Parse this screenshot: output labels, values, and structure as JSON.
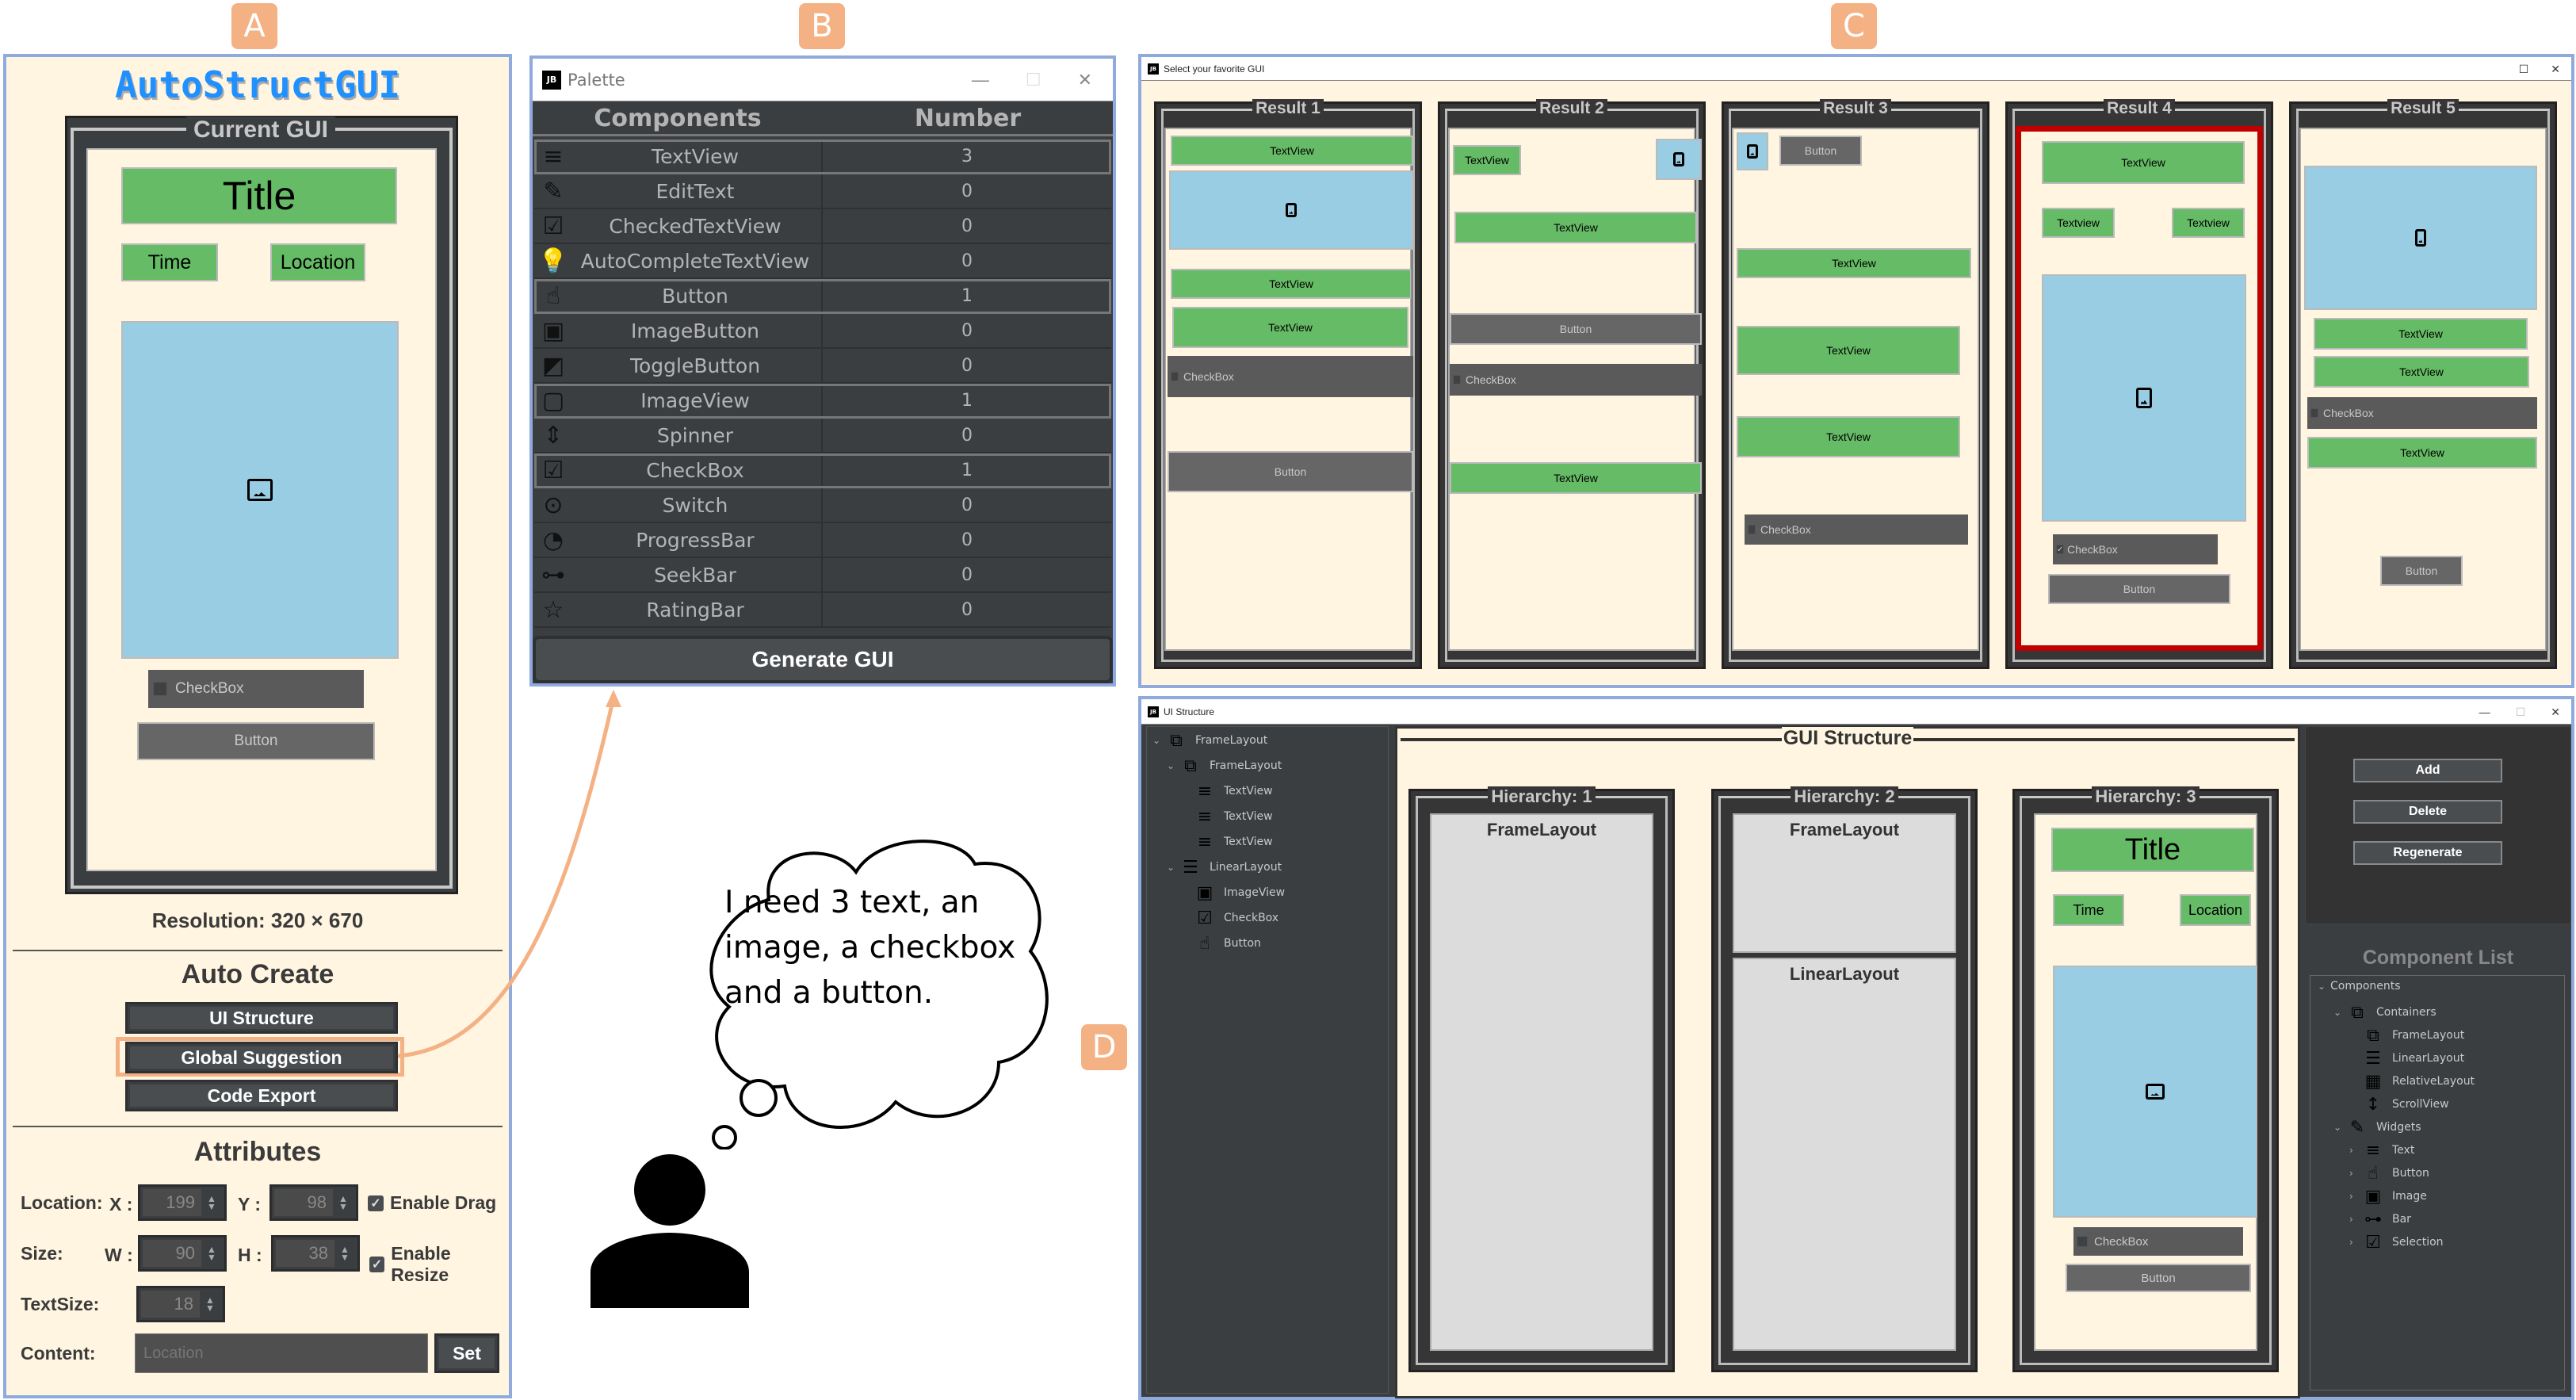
{
  "tags": {
    "a": "A",
    "b": "B",
    "c": "C",
    "d": "D"
  },
  "panel_a": {
    "app_title": "AutoStructGUI",
    "current_gui_label": "Current GUI",
    "widgets": {
      "title": "Title",
      "time": "Time",
      "location": "Location",
      "checkbox": "CheckBox",
      "button": "Button"
    },
    "resolution": "Resolution: 320 × 670",
    "auto_create": {
      "title": "Auto Create",
      "buttons": [
        "UI Structure",
        "Global Suggestion",
        "Code Export"
      ],
      "highlighted": "Global Suggestion"
    },
    "attributes": {
      "title": "Attributes",
      "location_label": "Location:",
      "x_label": "X :",
      "x_value": "199",
      "y_label": "Y :",
      "y_value": "98",
      "enable_drag": "Enable Drag",
      "size_label": "Size:",
      "w_label": "W :",
      "w_value": "90",
      "h_label": "H :",
      "h_value": "38",
      "enable_resize": "Enable Resize",
      "textsize_label": "TextSize:",
      "textsize_value": "18",
      "content_label": "Content:",
      "content_placeholder": "Location",
      "set_button": "Set"
    }
  },
  "palette": {
    "window_title": "Palette",
    "app_icon": "JB",
    "headers": [
      "Components",
      "Number"
    ],
    "rows": [
      {
        "icon": "textview-icon",
        "glyph": "≡",
        "name": "TextView",
        "number": "3",
        "selected": true
      },
      {
        "icon": "edittext-icon",
        "glyph": "✎",
        "name": "EditText",
        "number": "0",
        "selected": false
      },
      {
        "icon": "checkedtextview-icon",
        "glyph": "☑",
        "name": "CheckedTextView",
        "number": "0",
        "selected": false
      },
      {
        "icon": "autocomplete-icon",
        "glyph": "💡",
        "name": "AutoCompleteTextView",
        "number": "0",
        "selected": false
      },
      {
        "icon": "button-icon",
        "glyph": "☝",
        "name": "Button",
        "number": "1",
        "selected": true
      },
      {
        "icon": "imagebutton-icon",
        "glyph": "▣",
        "name": "ImageButton",
        "number": "0",
        "selected": false
      },
      {
        "icon": "togglebutton-icon",
        "glyph": "◩",
        "name": "ToggleButton",
        "number": "0",
        "selected": false
      },
      {
        "icon": "imageview-icon",
        "glyph": "▢",
        "name": "ImageView",
        "number": "1",
        "selected": true
      },
      {
        "icon": "spinner-icon",
        "glyph": "⇕",
        "name": "Spinner",
        "number": "0",
        "selected": false
      },
      {
        "icon": "checkbox-icon",
        "glyph": "☑",
        "name": "CheckBox",
        "number": "1",
        "selected": true
      },
      {
        "icon": "switch-icon",
        "glyph": "⊙",
        "name": "Switch",
        "number": "0",
        "selected": false
      },
      {
        "icon": "progressbar-icon",
        "glyph": "◔",
        "name": "ProgressBar",
        "number": "0",
        "selected": false
      },
      {
        "icon": "seekbar-icon",
        "glyph": "⊶",
        "name": "SeekBar",
        "number": "0",
        "selected": false
      },
      {
        "icon": "ratingbar-icon",
        "glyph": "☆",
        "name": "RatingBar",
        "number": "0",
        "selected": false
      }
    ],
    "generate_button": "Generate GUI"
  },
  "thought": {
    "text_lines": [
      "I need 3 text, an",
      "image, a checkbox",
      "and a button."
    ]
  },
  "results_window": {
    "title": "Select your favorite GUI",
    "app_icon": "JB",
    "results": [
      {
        "label": "Result 1",
        "selected": false
      },
      {
        "label": "Result 2",
        "selected": false
      },
      {
        "label": "Result 3",
        "selected": false
      },
      {
        "label": "Result 4",
        "selected": true
      },
      {
        "label": "Result 5",
        "selected": false
      }
    ],
    "widget_text": {
      "textview": "TextView",
      "textview_lower": "Textview",
      "checkbox": "CheckBox",
      "button": "Button"
    }
  },
  "structure_window": {
    "title": "UI Structure",
    "app_icon": "JB",
    "tree": [
      {
        "label": "FrameLayout",
        "icon": "framelayout-icon",
        "level": 0,
        "expanded": true
      },
      {
        "label": "FrameLayout",
        "icon": "framelayout-icon",
        "level": 1,
        "expanded": true
      },
      {
        "label": "TextView",
        "icon": "textview-icon",
        "level": 2
      },
      {
        "label": "TextView",
        "icon": "textview-icon",
        "level": 2
      },
      {
        "label": "TextView",
        "icon": "textview-icon",
        "level": 2
      },
      {
        "label": "LinearLayout",
        "icon": "linearlayout-icon",
        "level": 1,
        "expanded": true
      },
      {
        "label": "ImageView",
        "icon": "imageview-icon",
        "level": 2
      },
      {
        "label": "CheckBox",
        "icon": "checkbox-icon",
        "level": 2
      },
      {
        "label": "Button",
        "icon": "button-icon",
        "level": 2
      }
    ],
    "gui_structure_title": "GUI Structure",
    "hierarchies": [
      {
        "label": "Hierarchy: 1",
        "boxes": [
          "FrameLayout"
        ]
      },
      {
        "label": "Hierarchy: 2",
        "boxes": [
          "FrameLayout",
          "LinearLayout"
        ]
      },
      {
        "label": "Hierarchy: 3",
        "widgets": {
          "title": "Title",
          "time": "Time",
          "location": "Location",
          "checkbox": "CheckBox",
          "button": "Button"
        }
      }
    ],
    "buttons": [
      "Add",
      "Delete",
      "Regenerate"
    ],
    "component_list_title": "Component List",
    "component_tree": [
      {
        "label": "Components",
        "level": 0,
        "expanded": true
      },
      {
        "label": "Containers",
        "level": 1,
        "expanded": true,
        "icon": "framelayout-icon"
      },
      {
        "label": "FrameLayout",
        "level": 2,
        "icon": "framelayout-icon"
      },
      {
        "label": "LinearLayout",
        "level": 2,
        "icon": "linearlayout-icon"
      },
      {
        "label": "RelativeLayout",
        "level": 2,
        "icon": "relativelayout-icon"
      },
      {
        "label": "ScrollView",
        "level": 2,
        "icon": "scrollview-icon"
      },
      {
        "label": "Widgets",
        "level": 1,
        "expanded": true,
        "icon": "edittext-icon"
      },
      {
        "label": "Text",
        "level": 2,
        "collapsed": true,
        "icon": "textview-icon"
      },
      {
        "label": "Button",
        "level": 2,
        "collapsed": true,
        "icon": "button-icon"
      },
      {
        "label": "Image",
        "level": 2,
        "collapsed": true,
        "icon": "imageview-icon"
      },
      {
        "label": "Bar",
        "level": 2,
        "collapsed": true,
        "icon": "seekbar-icon"
      },
      {
        "label": "Selection",
        "level": 2,
        "collapsed": true,
        "icon": "checkbox-icon"
      }
    ]
  },
  "colors": {
    "tag": "#f4b183",
    "frame": "#8faadc",
    "cream": "#fff5e1",
    "textview_green": "#66bb66",
    "image_blue": "#99cde4",
    "dark": "#3b3e41",
    "selected_red": "#c00000",
    "title_blue": "#1e90ff"
  }
}
